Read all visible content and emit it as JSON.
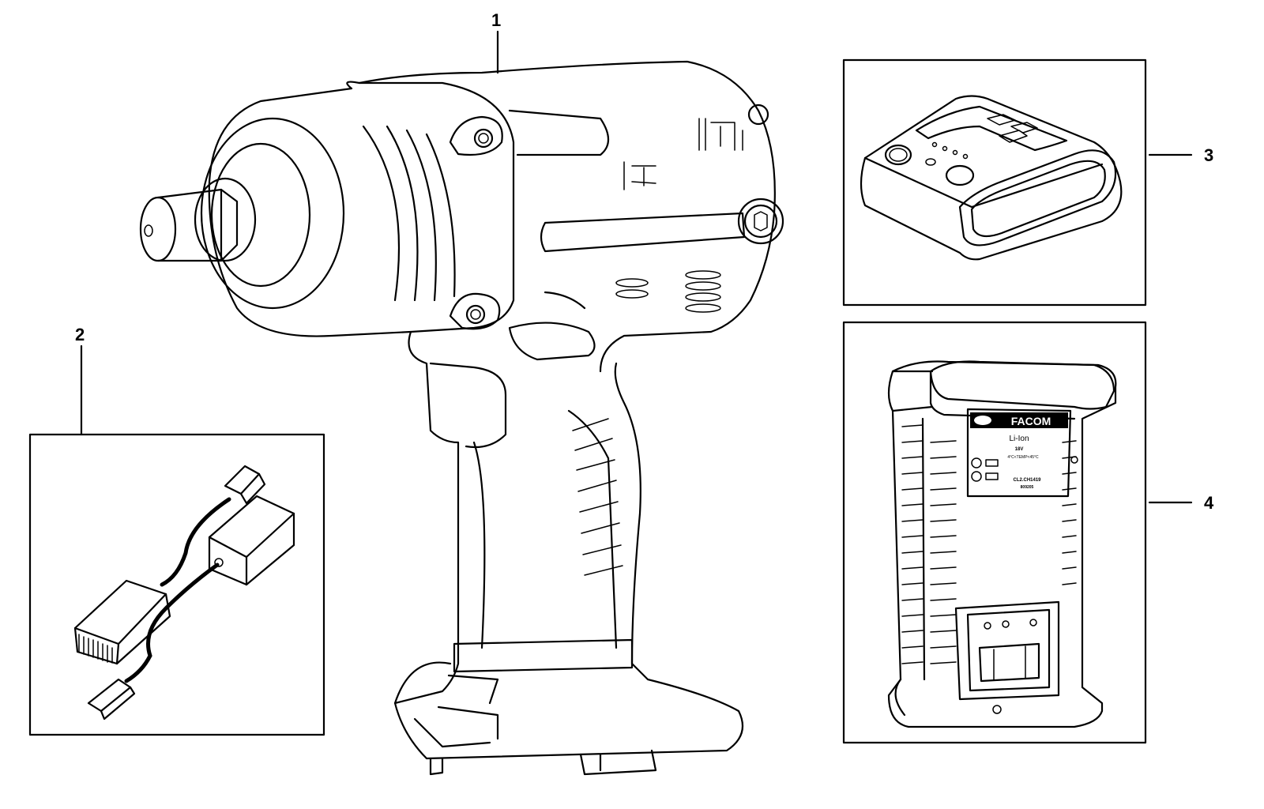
{
  "callouts": {
    "part1": "1",
    "part2": "2",
    "part3": "3",
    "part4": "4"
  },
  "charger_label": {
    "brand": "FACOM",
    "chemistry": "Li-Ion",
    "voltage": "18V",
    "temp_range": "4°C<TEMP<45°C",
    "model": "CL2.CH1419",
    "code": "809205"
  },
  "icons": {
    "part1": "impact-wrench-icon",
    "part2": "carbon-brush-icon",
    "part3": "battery-pack-icon",
    "part4": "charger-icon"
  }
}
